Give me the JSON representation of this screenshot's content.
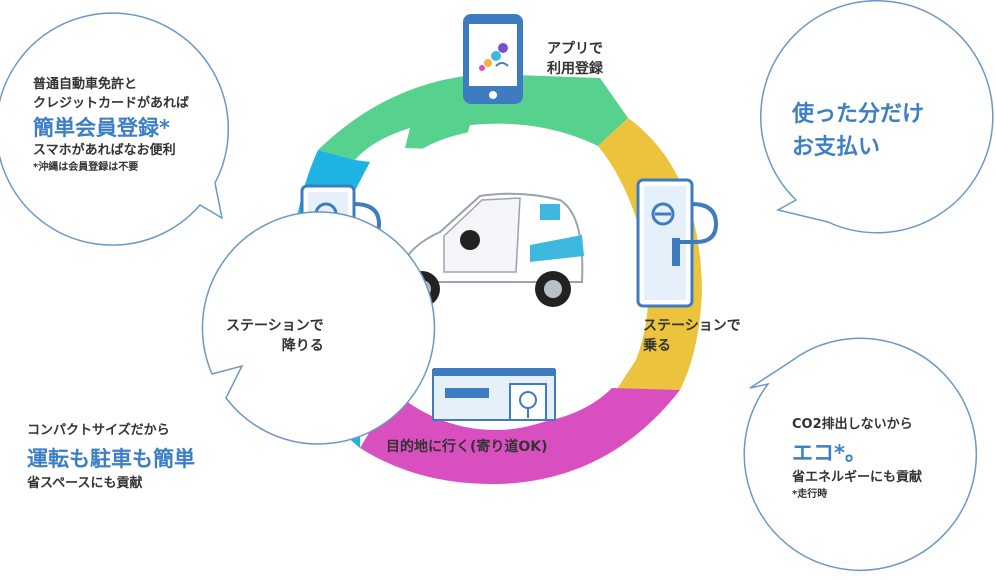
{
  "steps": [
    {
      "line1": "アプリで",
      "line2": "利用登録",
      "color": "#57d18e"
    },
    {
      "line1": "ステーションで",
      "line2": "乗る",
      "color": "#ecc33c"
    },
    {
      "line1": "目的地に行く(寄り道OK)",
      "color": "#d94fbf"
    },
    {
      "line1": "ステーションで",
      "line2": "降りる",
      "color": "#1fb3e3"
    }
  ],
  "bubbles": {
    "top_left": {
      "line1": "普通自動車免許と",
      "line2": "クレジットカードがあれば",
      "highlight": "簡単会員登録*",
      "line3": "スマホがあればなお便利",
      "note": "*沖縄は会員登録は不要"
    },
    "top_right": {
      "line1": "使った分だけ",
      "line2": "お支払い"
    },
    "bottom_left": {
      "line1": "コンパクトサイズだから",
      "highlight": "運転も駐車も簡単",
      "line2": "省スペースにも貢献"
    },
    "bottom_right": {
      "line1": "CO2排出しないから",
      "highlight": "エコ*。",
      "line2": "省エネルギーにも貢献",
      "note": "*走行時"
    }
  },
  "colors": {
    "accent_blue": "#3d7fc5",
    "bubble_border": "#6c98c6",
    "station": "#3e7cc2"
  },
  "icons": [
    "smartphone-icon",
    "charging-station-icon",
    "building-icon",
    "car-image"
  ]
}
